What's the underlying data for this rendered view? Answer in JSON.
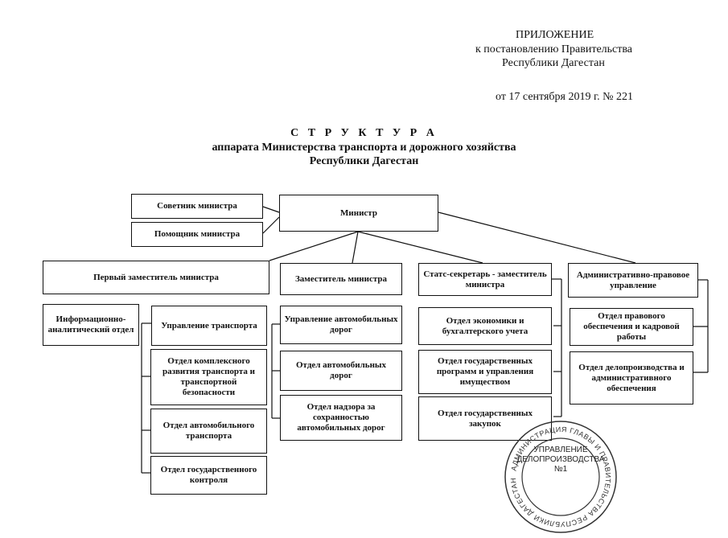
{
  "header": {
    "line1": "ПРИЛОЖЕНИЕ",
    "line2": "к постановлению Правительства",
    "line3": "Республики Дагестан",
    "date_line": "от 17 сентября 2019 г.  № 221"
  },
  "title": {
    "line1": "С Т Р У К Т У Р А",
    "line2": "аппарата Министерства транспорта и дорожного хозяйства",
    "line3": "Республики Дагестан"
  },
  "org": {
    "advisor": "Советник министра",
    "assistant": "Помощник министра",
    "minister": "Министр",
    "first_deputy": "Первый заместитель министра",
    "deputy": "Заместитель министра",
    "state_secretary": "Статс-секретарь - заместитель министра",
    "admin_legal": "Административно-правовое управление",
    "info_analytic": "Информационно-аналитический отдел",
    "transport_dept": "Управление транспорта",
    "complex_dev": "Отдел комплексного развития транспорта и транспортной безопасности",
    "auto_transport": "Отдел автомобильного транспорта",
    "state_control": "Отдел государственного контроля",
    "roads_dept": "Управление автомобильных дорог",
    "roads_office": "Отдел автомобильных дорог",
    "roads_supervision": "Отдел надзора за сохранностью автомобильных дорог",
    "economics": "Отдел экономики и бухгалтерского учета",
    "programs": "Отдел государственных программ и управления имуществом",
    "procurement": "Отдел государственных закупок",
    "legal_hr": "Отдел правового обеспечения и кадровой работы",
    "records": "Отдел делопроизводства и административного обеспечения"
  },
  "stamp": {
    "ring_text": "АДМИНИСТРАЦИЯ ГЛАВЫ И ПРАВИТЕЛЬСТВА РЕСПУБЛИКИ ДАГЕСТАН",
    "line1": "УПРАВЛЕНИЕ",
    "line2": "ДЕЛОПРОИЗВОДСТВА",
    "line3": "№1"
  }
}
